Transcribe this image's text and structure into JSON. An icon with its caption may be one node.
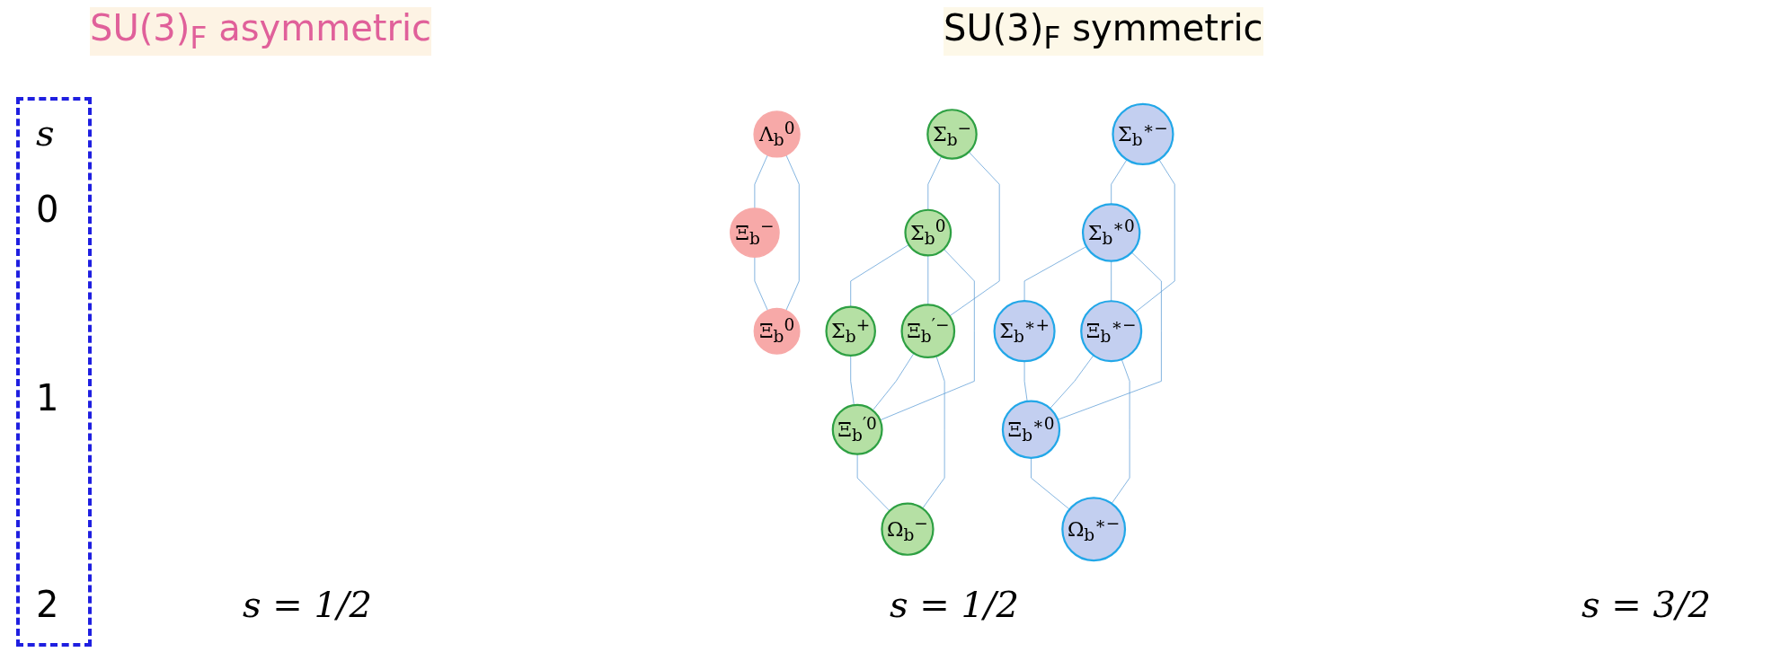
{
  "diagram": {
    "nodes": [
      {
        "text": [
          "Λ$_{b}$$^{0}$"
        ]
      },
      {
        "text": [
          "Ξ$_{b}$$^{−}$"
        ]
      },
      {
        "text": [
          "Ξ$_{b}$$^{0}$"
        ]
      },
      {
        "text": [
          "Σ$_{b}$$^{−}$"
        ]
      },
      {
        "text": [
          "Σ$_{b}$$^{0}$"
        ]
      },
      {
        "text": [
          "Σ$_{b}$$^{+}$"
        ]
      },
      {
        "text": [
          "Ξ$_{b}$$^{′−}$"
        ]
      },
      {
        "text": [
          "Ξ$_{b}$$^{′0}$"
        ]
      },
      {
        "text": [
          "Ω$_{b}$$^{−}$"
        ]
      },
      {
        "text": [
          "Σ$_{b}$$^{∗−}$"
        ]
      },
      {
        "text": [
          "Σ$_{b}$$^{∗0}$"
        ]
      },
      {
        "text": [
          "Σ$_{b}$$^{∗+}$"
        ]
      },
      {
        "text": [
          "Ξ$_{b}$$^{∗−}$"
        ]
      },
      {
        "text": [
          "Ξ$_{b}$$^{∗0}$"
        ]
      },
      {
        "text": [
          "Ω$_{b}$$^{∗−}$"
        ]
      }
    ],
    "edges": [
      {
        "from": 0,
        "to": 1,
        "arrow": "none"
      },
      {
        "from": 0,
        "to": 2,
        "arrow": "none"
      },
      {
        "from": 1,
        "to": 2,
        "arrow": "none"
      },
      {
        "from": 3,
        "to": 4,
        "arrow": "none"
      },
      {
        "from": 4,
        "to": 5,
        "arrow": "none"
      },
      {
        "from": 3,
        "to": 6,
        "arrow": "none"
      },
      {
        "from": 4,
        "to": 6,
        "arrow": "none"
      },
      {
        "from": 4,
        "to": 7,
        "arrow": "none"
      },
      {
        "from": 5,
        "to": 7,
        "arrow": "none"
      },
      {
        "from": 6,
        "to": 7,
        "arrow": "none"
      },
      {
        "from": 6,
        "to": 8,
        "arrow": "none"
      },
      {
        "from": 7,
        "to": 8,
        "arrow": "none"
      },
      {
        "from": 9,
        "to": 10,
        "arrow": "none"
      },
      {
        "from": 10,
        "to": 11,
        "arrow": "none"
      },
      {
        "from": 9,
        "to": 12,
        "arrow": "none"
      },
      {
        "from": 10,
        "to": 12,
        "arrow": "none"
      },
      {
        "from": 10,
        "to": 13,
        "arrow": "none"
      },
      {
        "from": 11,
        "to": 13,
        "arrow": "none"
      },
      {
        "from": 12,
        "to": 13,
        "arrow": "none"
      },
      {
        "from": 12,
        "to": 14,
        "arrow": "none"
      },
      {
        "from": 13,
        "to": 14,
        "arrow": "none"
      }
    ],
    "labels": [
      "SU(3)$_{F}$ asymmetric",
      "SU(3)$_{F}$ symmetric",
      "s",
      "0",
      "1",
      "2",
      "s = 1/2",
      "s = 1/2",
      "s = 3/2"
    ]
  }
}
